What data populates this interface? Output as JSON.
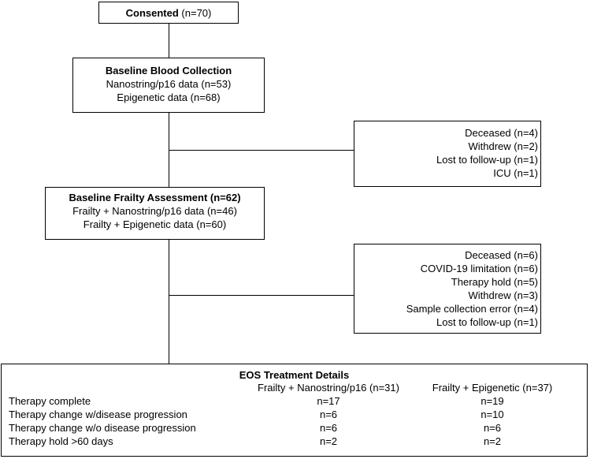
{
  "consented": {
    "label": "Consented",
    "count": "(n=70)"
  },
  "baseline_blood": {
    "title": "Baseline Blood Collection",
    "lines": [
      "Nanostring/p16 data (n=53)",
      "Epigenetic data (n=68)"
    ]
  },
  "exclusions_1": {
    "items": [
      "Deceased (n=4)",
      "Withdrew (n=2)",
      "Lost to follow-up (n=1)",
      "ICU (n=1)"
    ]
  },
  "baseline_frailty": {
    "title": "Baseline Frailty Assessment (n=62)",
    "lines": [
      "Frailty + Nanostring/p16 data (n=46)",
      "Frailty + Epigenetic data (n=60)"
    ]
  },
  "exclusions_2": {
    "items": [
      "Deceased (n=6)",
      "COVID-19 limitation (n=6)",
      "Therapy hold (n=5)",
      "Withdrew (n=3)",
      "Sample collection error (n=4)",
      "Lost to follow-up (n=1)"
    ]
  },
  "eos": {
    "title": "EOS Treatment Details",
    "columns": [
      "Frailty + Nanostring/p16 (n=31)",
      "Frailty + Epigenetic (n=37)"
    ],
    "rows": [
      {
        "label": "Therapy complete",
        "a": "n=17",
        "b": "n=19"
      },
      {
        "label": "Therapy change w/disease progression",
        "a": "n=6",
        "b": "n=10"
      },
      {
        "label": "Therapy change w/o disease progression",
        "a": "n=6",
        "b": "n=6"
      },
      {
        "label": "Therapy hold >60 days",
        "a": "n=2",
        "b": "n=2"
      }
    ]
  }
}
